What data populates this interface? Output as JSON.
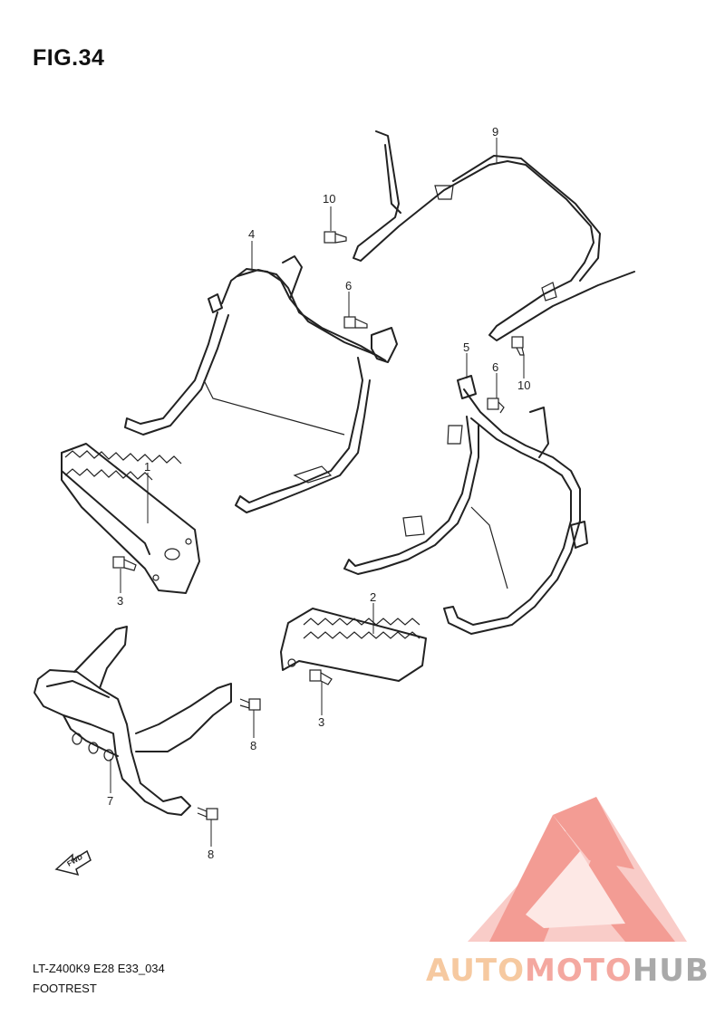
{
  "figure": {
    "title": "FIG.34"
  },
  "callouts": {
    "p1": "1",
    "p2": "2",
    "p3a": "3",
    "p3b": "3",
    "p4": "4",
    "p5": "5",
    "p6a": "6",
    "p6b": "6",
    "p7": "7",
    "p8a": "8",
    "p8b": "8",
    "p9": "9",
    "p10a": "10",
    "p10b": "10"
  },
  "fwd_label": "FWD",
  "footer": {
    "code": "LT-Z400K9 E28 E33_034",
    "name": "FOOTREST"
  },
  "watermark": {
    "part1": "AUTO",
    "part2": "MOTO",
    "part3": "HUB"
  },
  "colors": {
    "logo_red": "#f28b82",
    "logo_light": "#f9c4bf",
    "brand_gray": "#a9a9a9",
    "brand_orange": "#f6c9a0"
  }
}
